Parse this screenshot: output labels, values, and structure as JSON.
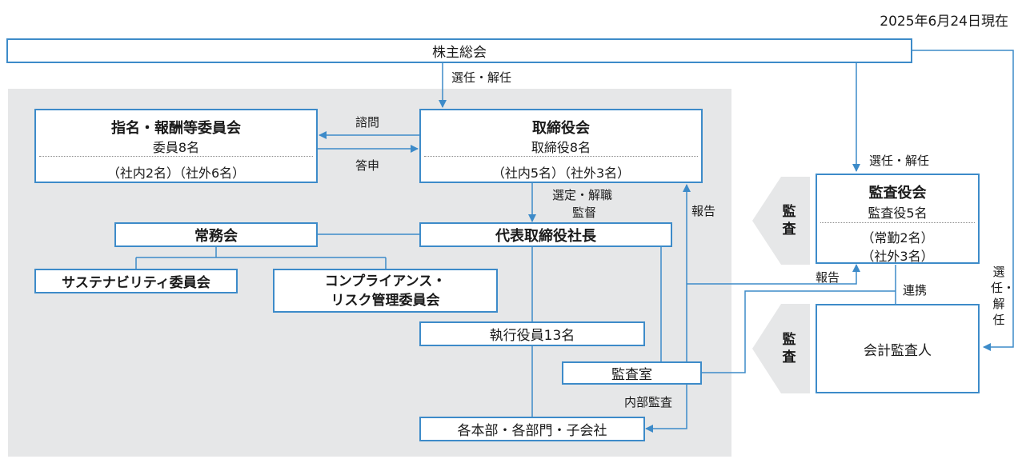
{
  "date_label": "2025年6月24日現在",
  "nodes": {
    "shareholders": "株主総会",
    "nomination_committee": {
      "title": "指名・報酬等委員会",
      "members": "委員8名",
      "breakdown": "（社内2名）（社外6名）"
    },
    "board": {
      "title": "取締役会",
      "members": "取締役8名",
      "breakdown": "（社内5名）（社外3名）"
    },
    "president": "代表取締役社長",
    "management_council": "常務会",
    "sustainability_committee": "サステナビリティ委員会",
    "compliance_committee_line1": "コンプライアンス・",
    "compliance_committee_line2": "リスク管理委員会",
    "executive_officers": "執行役員13名",
    "audit_office": "監査室",
    "divisions": "各本部・各部門・子会社",
    "audit_board": {
      "title": "監査役会",
      "members": "監査役5名",
      "full_time": "（常勤2名）",
      "outside": "（社外3名）"
    },
    "accounting_auditor": "会計監査人"
  },
  "labels": {
    "elect_dismiss": "選任・解任",
    "consult": "諮問",
    "report_back": "答申",
    "select_dismiss_line1": "選定・解職",
    "select_dismiss_line2": "監督",
    "report": "報告",
    "audit": "監査",
    "cooperation": "連携",
    "internal_audit": "内部監査"
  },
  "colors": {
    "line": "#3d8bc9",
    "panel": "#e6e7e8",
    "chevron": "#e6e7e8"
  }
}
